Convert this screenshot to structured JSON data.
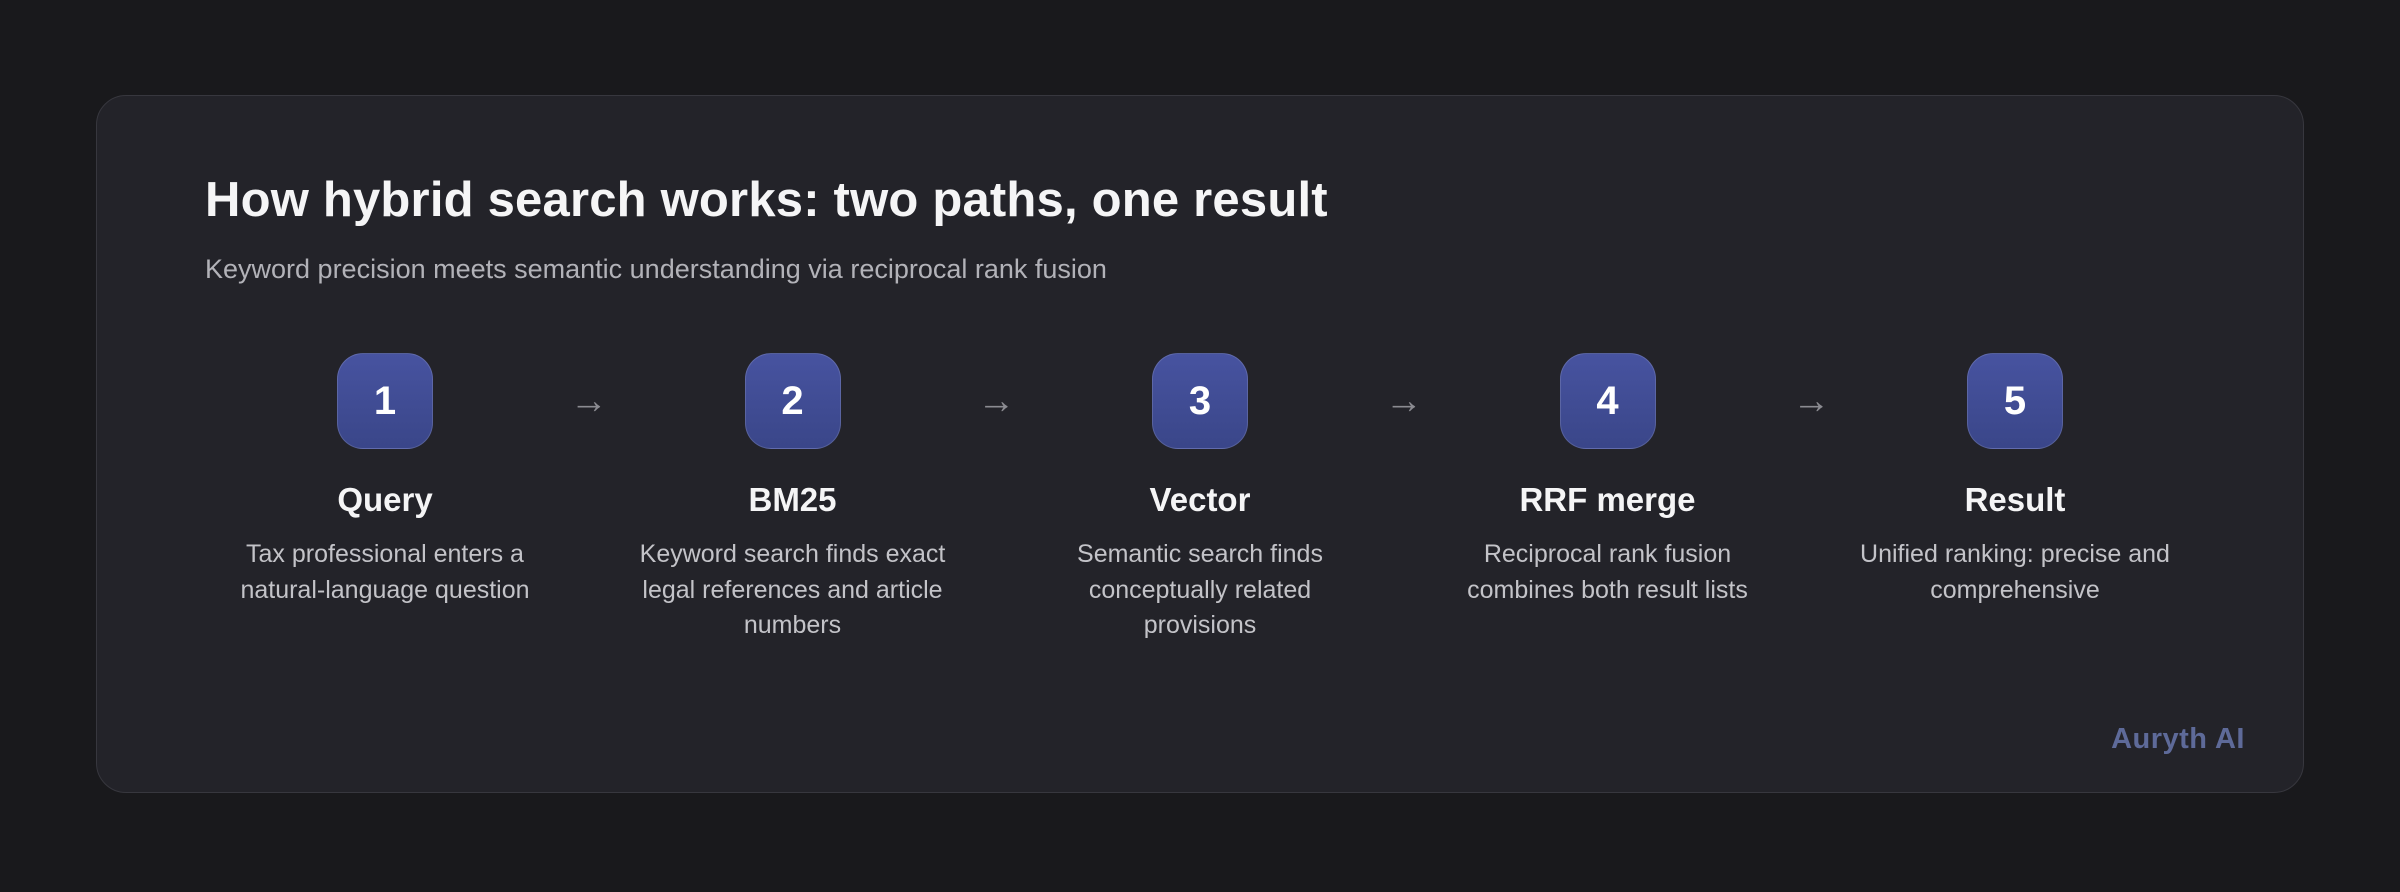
{
  "card": {
    "title": "How hybrid search works: two paths, one result",
    "subtitle": "Keyword precision meets semantic understanding via reciprocal rank fusion",
    "footer": "Auryth AI",
    "arrow": "→"
  },
  "steps": [
    {
      "number": "1",
      "label": "Query",
      "description": "Tax professional enters a natural-language question"
    },
    {
      "number": "2",
      "label": "BM25",
      "description": "Keyword search finds exact legal references and article numbers"
    },
    {
      "number": "3",
      "label": "Vector",
      "description": "Semantic search finds conceptually related provisions"
    },
    {
      "number": "4",
      "label": "RRF merge",
      "description": "Reciprocal rank fusion combines both result lists"
    },
    {
      "number": "5",
      "label": "Result",
      "description": "Unified ranking: precise and comprehensive"
    }
  ],
  "colors": {
    "page_background": "#19191c",
    "card_background": "#232329",
    "badge_accent": "#3f4b93",
    "brand_text": "#5e6a99"
  }
}
